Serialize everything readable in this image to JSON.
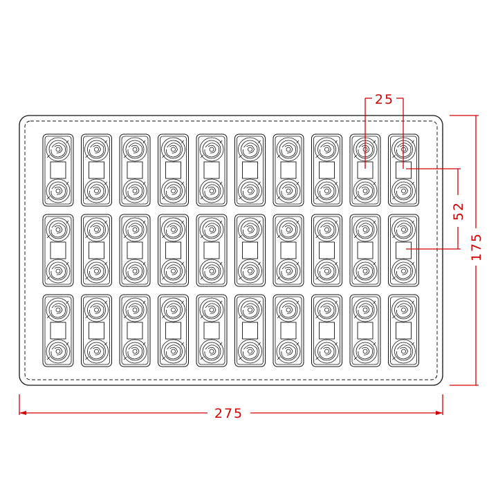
{
  "drawing": {
    "rows": 3,
    "columns": 10,
    "cavities_per_cell": 2,
    "colors": {
      "outline": "#111111",
      "dimension": "#d40000",
      "background": "#ffffff"
    }
  },
  "dimensions": {
    "overall_width": "275",
    "overall_height": "175",
    "cavity_pitch_x": "25",
    "cavity_pitch_y": "52"
  }
}
